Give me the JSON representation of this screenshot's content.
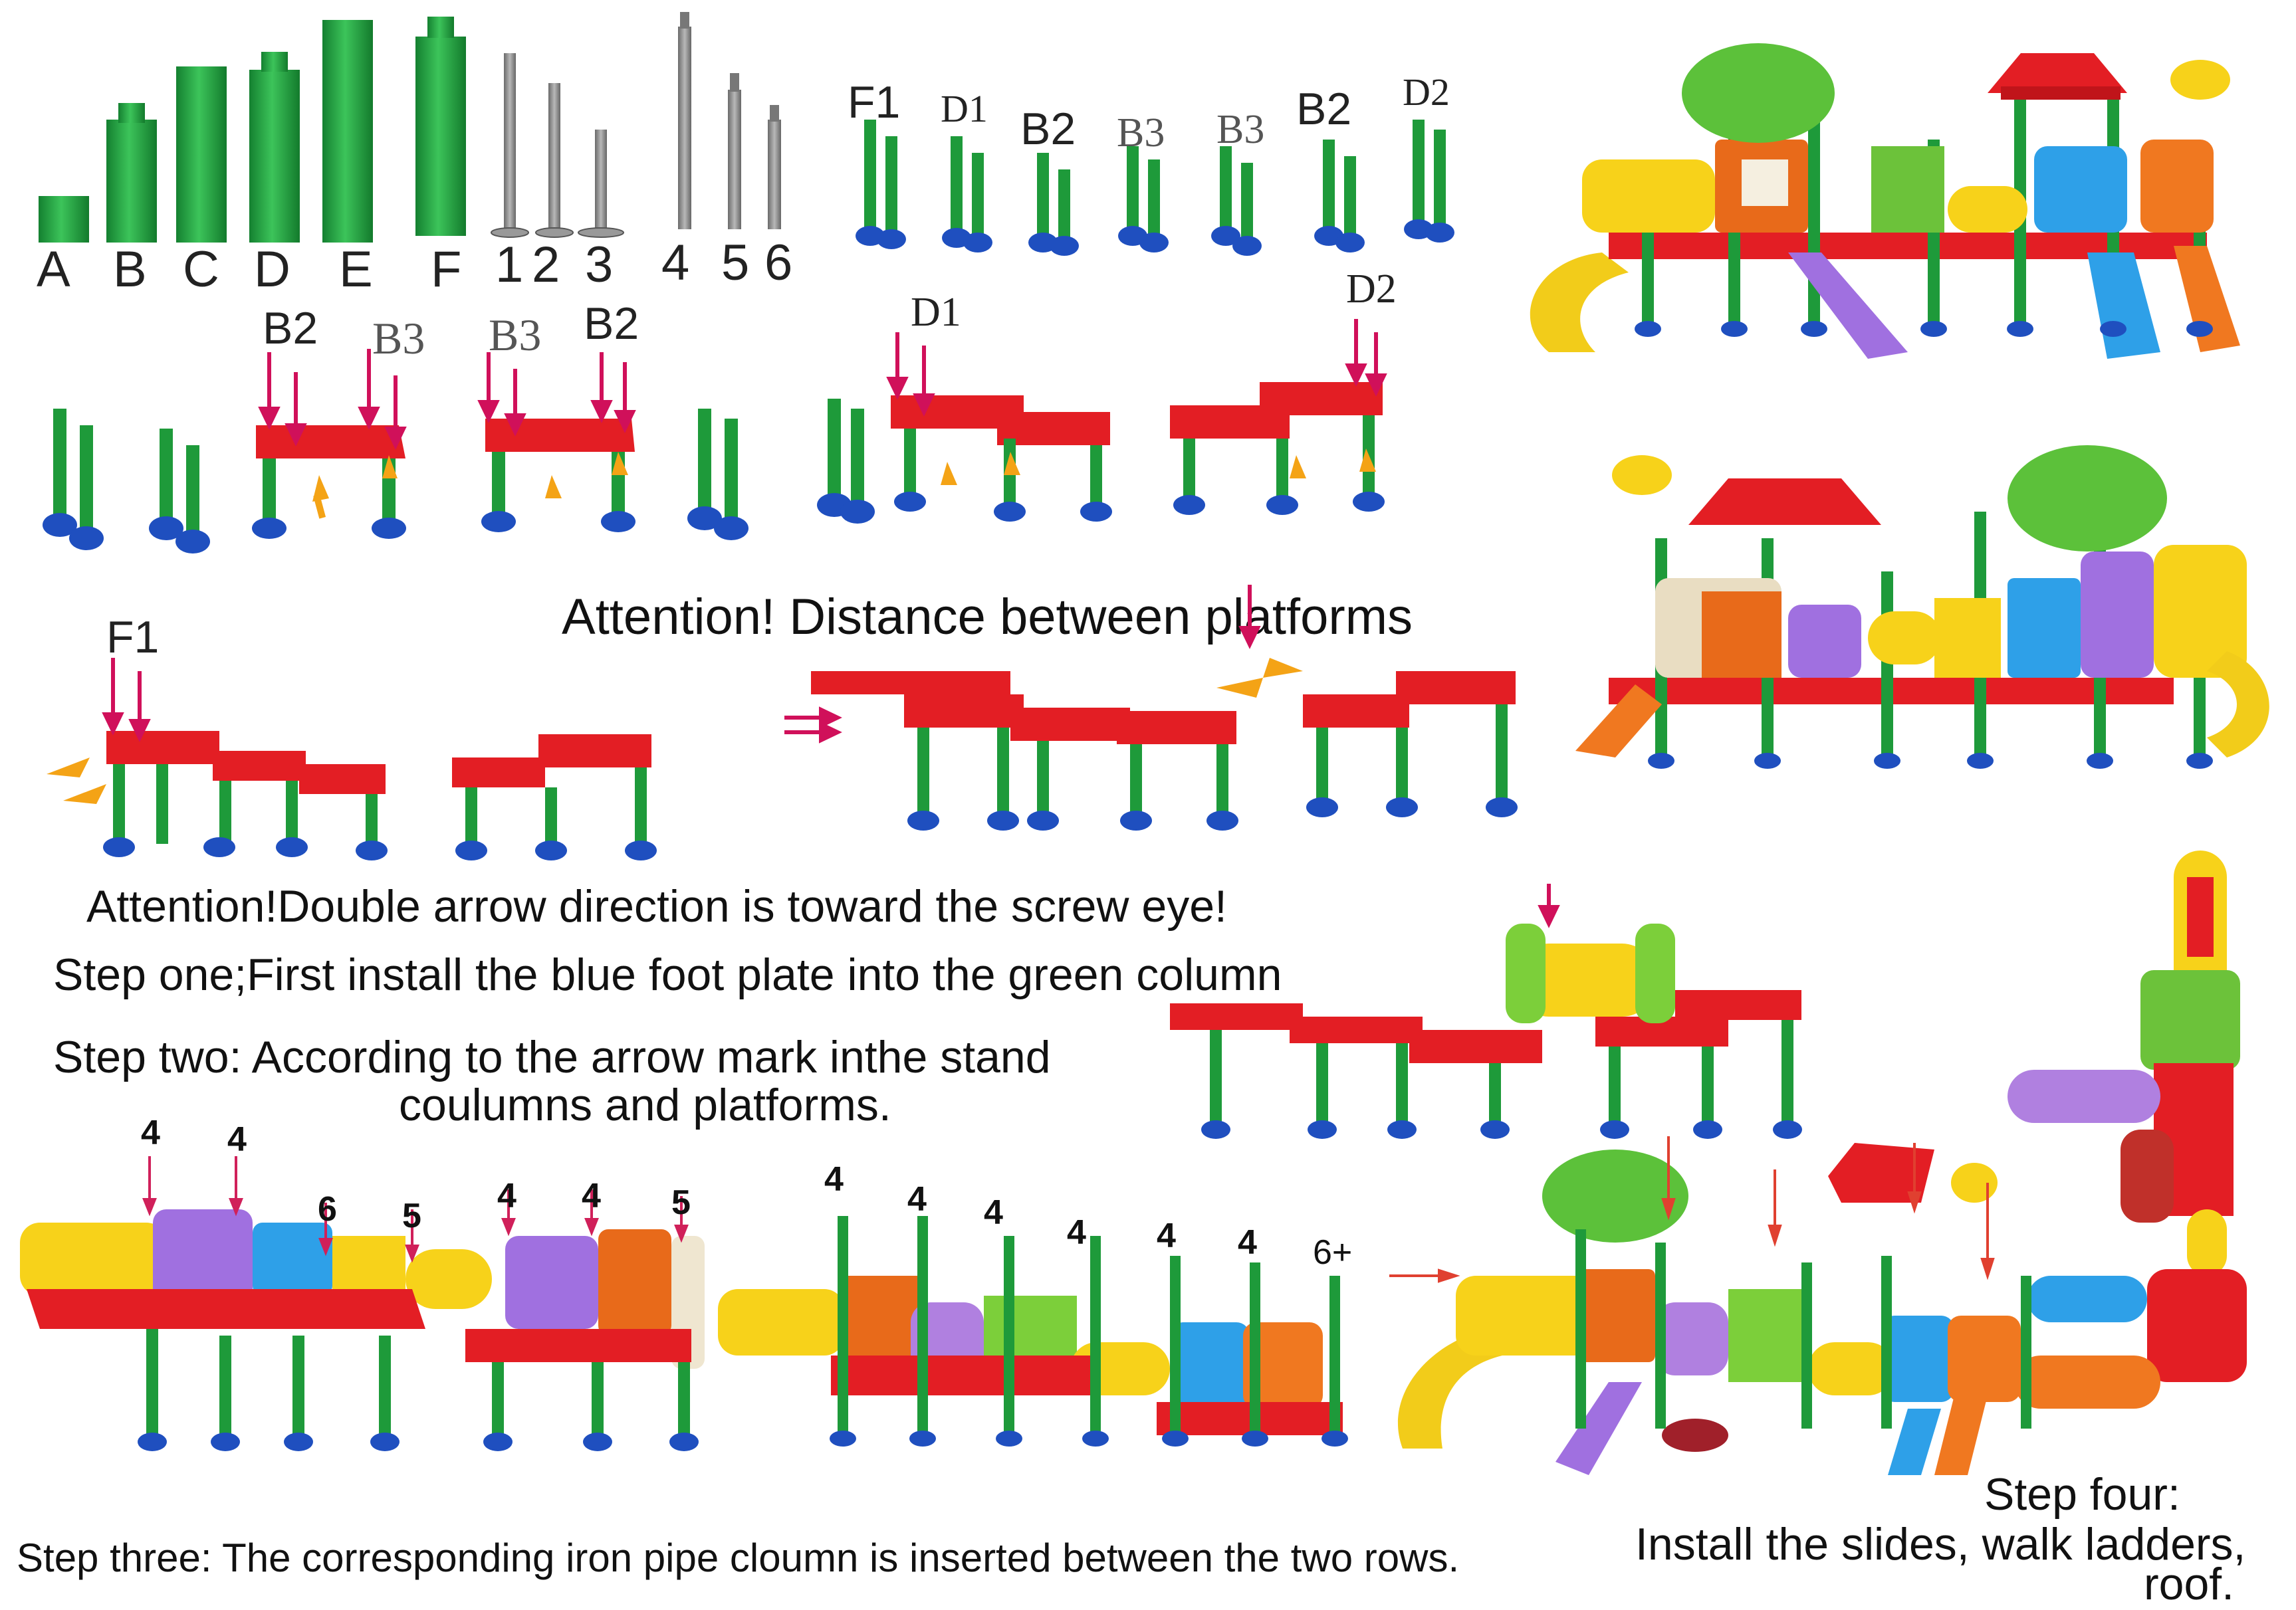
{
  "parts": {
    "column_labels": [
      "A",
      "B",
      "C",
      "D",
      "E",
      "F"
    ],
    "pipe_labels": [
      "1",
      "2",
      "3"
    ],
    "bolt_labels": [
      "4",
      "5",
      "6"
    ]
  },
  "column_codes_row": [
    "F1",
    "D1",
    "B2",
    "B3",
    "B3",
    "B2",
    "D2"
  ],
  "step_diagram_codes": {
    "b2_left": "B2",
    "b3_left": "B3",
    "b3_right": "B3",
    "b2_right": "B2",
    "d1": "D1",
    "d2": "D2",
    "f1": "F1"
  },
  "texts": {
    "attention_distance": "Attention! Distance between platforms",
    "attention_arrow": "Attention!Double arrow direction is toward the screw eye!",
    "step_one": "Step one;First install the blue foot plate into the green column",
    "step_two_line1": "Step two: According to the arrow mark inthe stand",
    "step_two_line2": "coulumns and platforms.",
    "step_three": "Step three: The corresponding iron pipe cloumn is inserted between the two rows.",
    "step_four_line1": "Step four:",
    "step_four_line2": "Install the slides, walk ladders,",
    "step_four_line3": "roof."
  },
  "step3_left_numbers": [
    "4",
    "4",
    "6",
    "5",
    "4",
    "4",
    "5"
  ],
  "step3_right_numbers": [
    "4",
    "4",
    "4",
    "4",
    "4",
    "4",
    "6+"
  ],
  "colors": {
    "column_green": "#1e9a3a",
    "platform_red": "#e31e24",
    "foot_blue": "#1f4fbf",
    "arrow_red": "#d0105a",
    "arrow_orange": "#f4a316",
    "pipe_gray": "#8a8a8a",
    "panel_yellow": "#f7d21a",
    "slide_purple": "#a070e0",
    "slide_orange": "#f07820",
    "panel_blue": "#2ea0e8",
    "roof_green": "#5cc13a"
  }
}
